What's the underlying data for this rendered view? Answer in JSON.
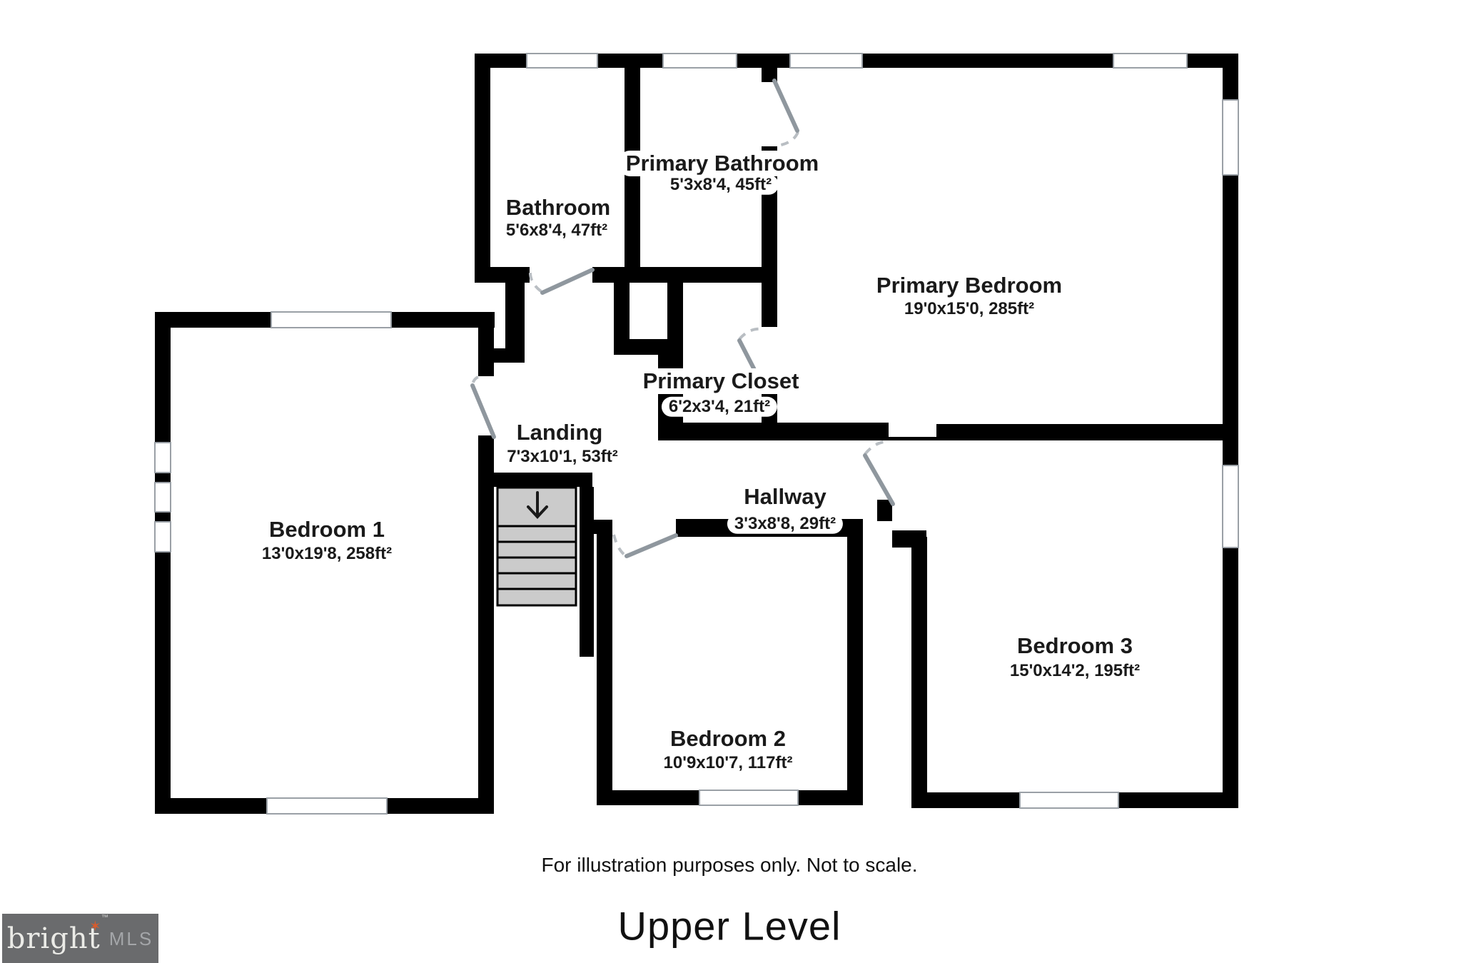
{
  "page": {
    "level_label": "Upper Level",
    "disclaimer": "For illustration purposes only. Not to scale."
  },
  "logo": {
    "brand": "bright",
    "suffix": "MLS",
    "tm": "TM",
    "star_icon": "sparkle-star-icon",
    "bg_color": "#6a6b6d",
    "brand_color": "#ebebe7",
    "suffix_color": "#a4a6a9",
    "star_color": "#d95b2b"
  },
  "rooms": [
    {
      "name": "Bathroom",
      "dims": "5'6x8'4, 47ft²"
    },
    {
      "name": "Primary Bathroom",
      "dims": "5'3x8'4, 45ft²"
    },
    {
      "name": "Primary Bedroom",
      "dims": "19'0x15'0, 285ft²"
    },
    {
      "name": "Primary Closet",
      "dims": "6'2x3'4, 21ft²"
    },
    {
      "name": "Landing",
      "dims": "7'3x10'1, 53ft²"
    },
    {
      "name": "Hallway",
      "dims": "3'3x8'8, 29ft²"
    },
    {
      "name": "Bedroom 1",
      "dims": "13'0x19'8, 258ft²"
    },
    {
      "name": "Bedroom 2",
      "dims": "10'9x10'7, 117ft²"
    },
    {
      "name": "Bedroom 3",
      "dims": "15'0x14'2, 195ft²"
    }
  ],
  "plan": {
    "wall_color": "#000000",
    "window_stroke": "#9aa0a6",
    "door_leaf_color": "#8f979e",
    "door_swing_color": "#b9bec3",
    "stairs_fill": "#cbcbcb",
    "stairs_icon": "stairs-down-arrow-icon"
  }
}
